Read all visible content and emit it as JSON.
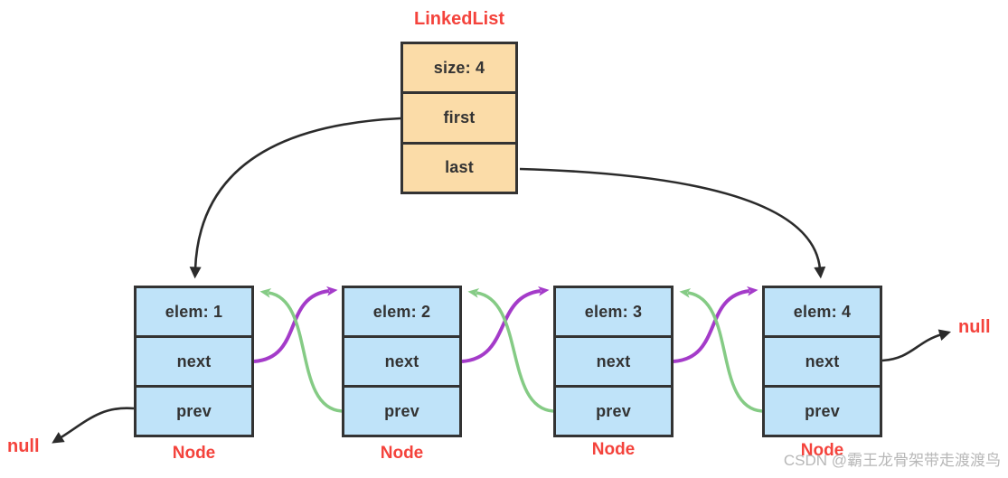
{
  "title": "LinkedList",
  "colors": {
    "red": "#F4433C",
    "orange_fill": "#FBDCA8",
    "blue_fill": "#BFE3F9",
    "border": "#333333",
    "black_arrow": "#2B2B2B",
    "purple": "#A43BC9",
    "green": "#85CB85",
    "watermark_gray": "#ABABAB"
  },
  "linkedlist_box": {
    "title": "LinkedList",
    "rows": [
      "size: 4",
      "first",
      "last"
    ]
  },
  "nodes": [
    {
      "label": "Node",
      "rows": [
        "elem: 1",
        "next",
        "prev"
      ]
    },
    {
      "label": "Node",
      "rows": [
        "elem: 2",
        "next",
        "prev"
      ]
    },
    {
      "label": "Node",
      "rows": [
        "elem: 3",
        "next",
        "prev"
      ]
    },
    {
      "label": "Node",
      "rows": [
        "elem: 4",
        "next",
        "prev"
      ]
    }
  ],
  "null_labels": {
    "left": "null",
    "right": "null"
  },
  "edges": [
    {
      "from": "linkedlist.first",
      "to": "node-1",
      "color": "black"
    },
    {
      "from": "linkedlist.last",
      "to": "node-4",
      "color": "black"
    },
    {
      "from": "node-1.next",
      "to": "node-2",
      "color": "purple"
    },
    {
      "from": "node-2.next",
      "to": "node-3",
      "color": "purple"
    },
    {
      "from": "node-3.next",
      "to": "node-4",
      "color": "purple"
    },
    {
      "from": "node-2.prev",
      "to": "node-1",
      "color": "green"
    },
    {
      "from": "node-3.prev",
      "to": "node-2",
      "color": "green"
    },
    {
      "from": "node-4.prev",
      "to": "node-3",
      "color": "green"
    },
    {
      "from": "node-4.next",
      "to": "null",
      "color": "black"
    },
    {
      "from": "node-1.prev",
      "to": "null",
      "color": "black"
    }
  ],
  "watermark": "CSDN @霸王龙骨架带走渡渡鸟"
}
